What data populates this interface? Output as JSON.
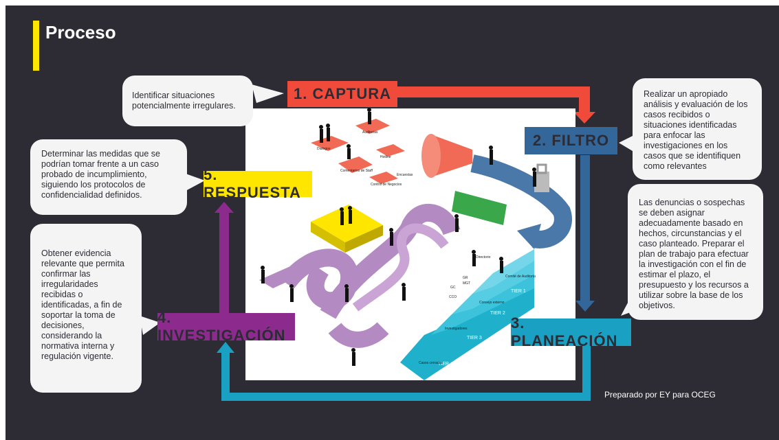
{
  "title": "Proceso",
  "stages": [
    {
      "key": "captura",
      "label": "1. CAPTURA",
      "color": "#f04b3a"
    },
    {
      "key": "filtro",
      "label": "2. FILTRO",
      "color": "#336699"
    },
    {
      "key": "planeacion",
      "label": "3. PLANEACIÓN",
      "color": "#1aa0c2"
    },
    {
      "key": "investigacion",
      "label": "4. INVESTIGACIÓN",
      "color": "#8c2a8e"
    },
    {
      "key": "respuesta",
      "label": "5. RESPUESTA",
      "color": "#ffe600"
    }
  ],
  "bubbles": {
    "captura": "Identificar situaciones potencialmente irregulares.",
    "filtro": "Realizar un apropiado análisis y evaluación de los casos recibidos o situaciones identificadas para enfocar las investigaciones en los casos que se identifiquen como relevantes",
    "planeacion": "Las denuncias o sospechas se deben asignar adecuadamente basado en hechos, circunstancias y el caso planteado. Preparar el plan de trabajo para efectuar la investigación con el fin de estimar el plazo, el presupuesto y los recursos a utilizar sobre la base de los objetivos.",
    "investigacion": "Obtener evidencia relevante que permita confirmar las irregularidades recibidas o identificadas, a fin de soportar la toma de decisiones, considerando la normativa interna y regulación vigente.",
    "respuesta": "Determinar las medidas que se podrían tomar frente a un caso probado de incumplimiento, siguiendo los protocolos de confidencialidad definidos."
  },
  "illustration": {
    "sources": [
      "Auditorías",
      "Dialogos",
      "Comentarios de Staff",
      "Hotline",
      "Control de Negocios",
      "Encuestas"
    ],
    "tiers": [
      "TIER 1",
      "TIER 2",
      "TIER 3",
      "TIER 4"
    ],
    "tier_labels": [
      "Directorio",
      "Comité de Auditoría",
      "GR",
      "MGT",
      "GC",
      "CCO",
      "Consejo externo",
      "Investigadores",
      "Casos cerrados"
    ]
  },
  "footer": "Preparado por EY para OCEG"
}
